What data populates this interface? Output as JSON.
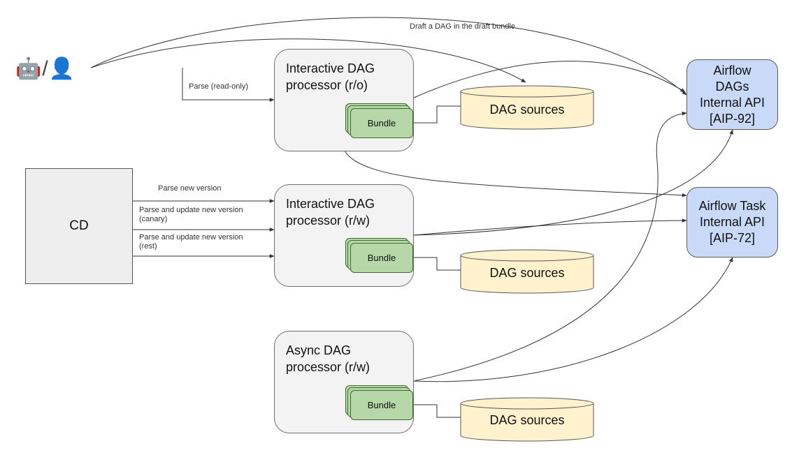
{
  "actors": {
    "robot_glyph": "🤖",
    "separator": "/",
    "user_glyph": "👤"
  },
  "processors": [
    {
      "title": "Interactive DAG\nprocessor (r/o)",
      "bundle": "Bundle",
      "source": "DAG sources"
    },
    {
      "title": "Interactive DAG\nprocessor (r/w)",
      "bundle": "Bundle",
      "source": "DAG sources"
    },
    {
      "title": "Async DAG\nprocessor (r/w)",
      "bundle": "Bundle",
      "source": "DAG sources"
    }
  ],
  "cd": {
    "label": "CD"
  },
  "apis": [
    {
      "label": "Airflow\nDAGs\nInternal API\n[AIP-92]"
    },
    {
      "label": "Airflow Task\nInternal API\n[AIP-72]"
    }
  ],
  "edges": {
    "draft": "Draft a DAG in the draft bundle",
    "parse_ro": "Parse (read-only)",
    "parse_new": "Parse new version",
    "parse_canary": "Parse and update new version\n(canary)",
    "parse_rest": "Parse and update new version\n(rest)"
  },
  "colors": {
    "processor_fill": "#f3f3f3",
    "api_fill": "#c9daf8",
    "bundle_fill": "#b6d7a8",
    "db_fill": "#fff2cc",
    "cd_fill": "#eeeeee"
  }
}
